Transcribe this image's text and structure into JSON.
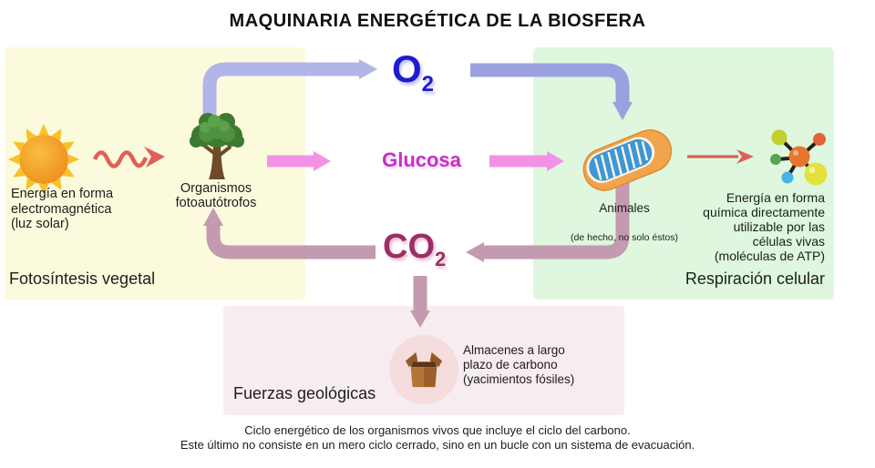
{
  "title": "MAQUINARIA ENERGÉTICA DE LA BIOSFERA",
  "colors": {
    "panel_yellow": "#fbfadc",
    "panel_green": "#def7de",
    "panel_pink": "#f7edf0",
    "circle_pink": "#f5dddd",
    "o2_blue": "#1c1cd2",
    "glucosa_magenta": "#c233c2",
    "co2_magenta": "#9d2e63",
    "arrow_periwinkle_light": "#b2b5e8",
    "arrow_periwinkle": "#9aa1de",
    "arrow_pink": "#f392e4",
    "arrow_mauve": "#c39ab0",
    "arrow_red": "#e05f58",
    "text_dark": "#1d1d1d"
  },
  "photosynthesis": {
    "panel_label": "Fotosíntesis vegetal",
    "sun_caption": "Energía en forma\nelectromagnética\n(luz solar)",
    "tree_label": "Organismos\nfotoautótrofos"
  },
  "respiration": {
    "panel_label": "Respiración celular",
    "animals_label": "Animales",
    "animals_note": "(de hecho, no solo éstos)",
    "atp_caption": "Energía en forma\nquímica directamente\nutilizable por las\ncélulas vivas\n(moléculas de ATP)"
  },
  "geology": {
    "panel_label": "Fuerzas geológicas",
    "storage_caption": "Almacenes a largo\nplazo de carbono\n(yacimientos fósiles)"
  },
  "molecules": {
    "o2": {
      "symbol": "O",
      "subscript": "2"
    },
    "glucose": {
      "label": "Glucosa"
    },
    "co2": {
      "symbol": "CO",
      "subscript": "2"
    }
  },
  "caption": {
    "line1": "Ciclo energético de los organismos vivos que incluye el ciclo del carbono.",
    "line2": "Este último no consiste en un mero ciclo cerrado, sino en un bucle con un sistema de evacuación."
  }
}
